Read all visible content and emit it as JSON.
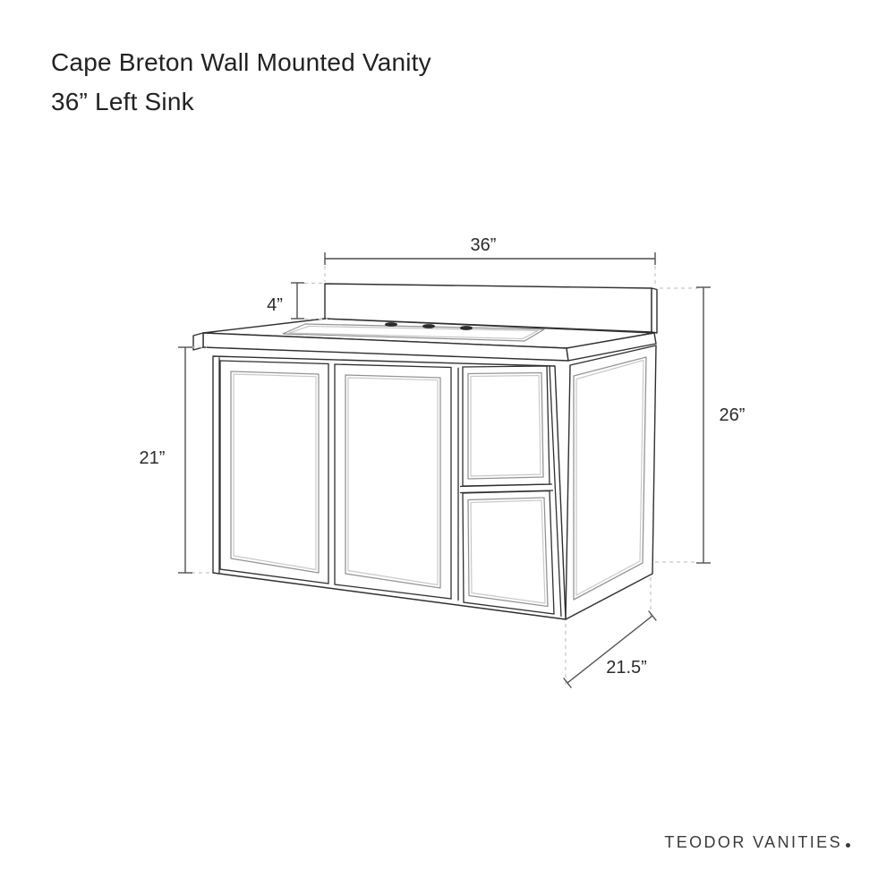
{
  "title": {
    "line1": "Cape Breton Wall Mounted Vanity",
    "line2": "36” Left Sink"
  },
  "dimensions": {
    "top_width": "36”",
    "backsplash_height": "4”",
    "cabinet_height": "21”",
    "overall_height": "26”",
    "depth": "21.5”"
  },
  "brand": {
    "name": "TEODOR VANITIES"
  },
  "colors": {
    "background": "#ffffff",
    "line_ink": "#2f2f2f",
    "dimension_line": "#4f4f4f",
    "leader_dash": "#c6c6c6",
    "panel_gray": "#949494",
    "panel_light": "#c9c9c9",
    "text": "#222222"
  }
}
